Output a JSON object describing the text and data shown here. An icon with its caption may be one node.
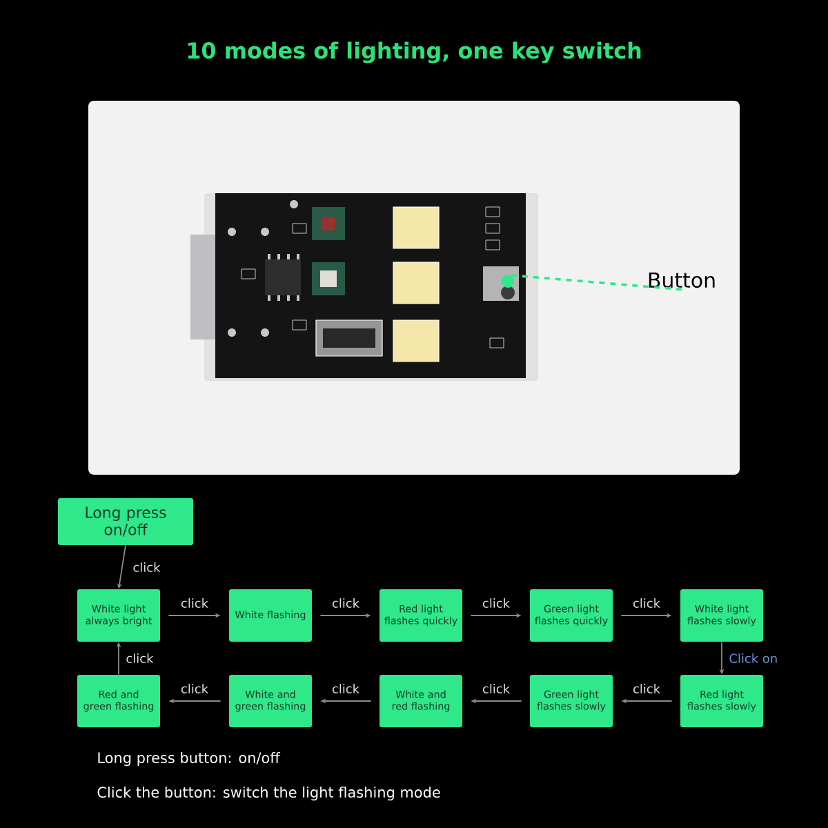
{
  "diagram": {
    "title": "10 modes of lighting, one key switch",
    "nodes": [
      {
        "text": [
          "Long press on/off"
        ]
      },
      {
        "text": [
          "White light always bright"
        ]
      },
      {
        "text": [
          "White flashing"
        ]
      },
      {
        "text": [
          "Red light flashes quickly"
        ]
      },
      {
        "text": [
          "Green light flashes quickly"
        ]
      },
      {
        "text": [
          "White light flashes slowly"
        ]
      },
      {
        "text": [
          "Red light flashes slowly"
        ]
      },
      {
        "text": [
          "Green light flashes slowly"
        ]
      },
      {
        "text": [
          "White and red flashing"
        ]
      },
      {
        "text": [
          "White and green flashing"
        ]
      },
      {
        "text": [
          "Red and green flashing"
        ]
      },
      {
        "text": [
          "Button"
        ]
      },
      {
        "text": [],
        "shape": "circle"
      }
    ],
    "edges": [
      {
        "from": 0,
        "to": 1,
        "arrow": "to",
        "label": "click"
      },
      {
        "from": 1,
        "to": 2,
        "arrow": "to",
        "label": "click"
      },
      {
        "from": 2,
        "to": 3,
        "arrow": "to",
        "label": "click"
      },
      {
        "from": 3,
        "to": 4,
        "arrow": "to",
        "label": "click"
      },
      {
        "from": 4,
        "to": 5,
        "arrow": "to",
        "label": "click"
      },
      {
        "from": 5,
        "to": 6,
        "arrow": "to",
        "label": "Click on"
      },
      {
        "from": 6,
        "to": 7,
        "arrow": "to",
        "label": "click"
      },
      {
        "from": 7,
        "to": 8,
        "arrow": "to",
        "label": "click"
      },
      {
        "from": 8,
        "to": 9,
        "arrow": "to",
        "label": "click"
      },
      {
        "from": 9,
        "to": 10,
        "arrow": "to",
        "label": "click"
      },
      {
        "from": 10,
        "to": 1,
        "arrow": "to",
        "label": "click"
      },
      {
        "from": 11,
        "to": 12,
        "arrow": "none",
        "style": "dashed",
        "color": "#2ee88a"
      }
    ],
    "labels": [
      "Long press button: on/off",
      "Click the button: switch the light flashing mode"
    ]
  }
}
